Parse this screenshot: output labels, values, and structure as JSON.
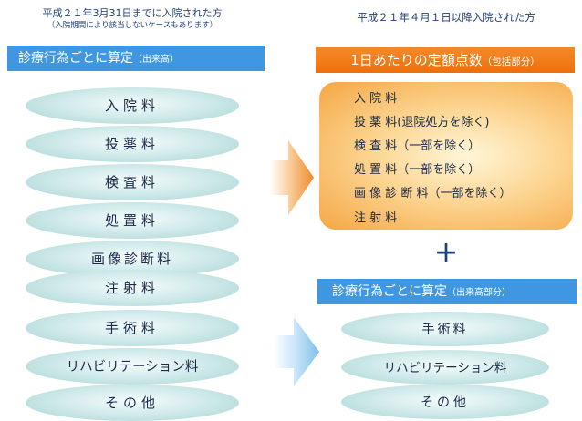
{
  "left": {
    "caption": "平成２１年3月31日までに入院された方",
    "caption_sub": "（入院期間により該当しないケースもあります）",
    "header_main": "診療行為ごとに算定",
    "header_small": "（出来高）",
    "items": [
      "入院料",
      "投薬料",
      "検査料",
      "処置料",
      "画像診断料",
      "注射料",
      "手術料",
      "リハビリテーション料",
      "その他"
    ]
  },
  "right": {
    "caption": "平成２１年４月１日以降入院された方",
    "fixed_header_main": "1日あたりの定額点数",
    "fixed_header_small": "（包括部分）",
    "fixed_items": [
      "入 院 料",
      "投 薬 料(退院処方を除く)",
      "検 査 料（一部を除く）",
      "処 置 料（一部を除く）",
      "画 像 診 断 料（一部を除く）",
      "注 射 料"
    ],
    "plus": "＋",
    "perf_header_main": "診療行為ごとに算定",
    "perf_header_small": "（出来高部分）",
    "perf_items": [
      "手術料",
      "リハビリテーション料",
      "その他"
    ]
  },
  "colors": {
    "blue_bar": "#3e97e0",
    "orange_bar": "#ee6f0c",
    "ellipse": "#a8d4d5",
    "orange_arrow": "#f39b45",
    "blue_arrow": "#8cc6ee"
  }
}
